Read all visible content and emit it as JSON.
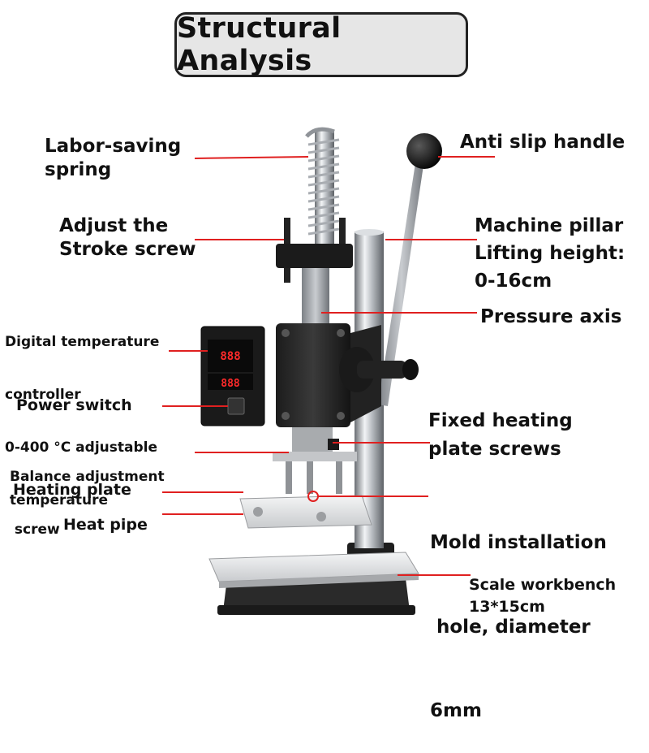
{
  "title": "Structural Analysis",
  "labels": {
    "labor_spring": [
      "Labor-saving",
      "spring"
    ],
    "anti_slip_handle": "Anti slip handle",
    "adjust_stroke": [
      "Adjust the",
      "Stroke screw"
    ],
    "machine_pillar": [
      "Machine pillar",
      "Lifting height:",
      "0-16cm"
    ],
    "temp_controller": [
      "Digital temperature",
      "controller",
      "0-400 °C adjustable",
      " temperature"
    ],
    "pressure_axis": "Pressure axis",
    "power_switch": "Power switch",
    "fixed_heating": [
      "Fixed heating",
      "plate screws"
    ],
    "balance_adjust": [
      "Balance adjustment",
      " screw"
    ],
    "mold_install": [
      "Mold installation",
      " hole, diameter",
      "6mm"
    ],
    "heating_plate": "Heating plate",
    "heat_pipe": "Heat pipe",
    "scale_workbench": [
      "Scale workbench",
      "13*15cm"
    ]
  },
  "controller_display": {
    "top": "888",
    "bottom": "888"
  },
  "colors": {
    "leader_line": "#e02020",
    "title_bg": "#e6e6e6",
    "display_digits": "#ff2a2a"
  }
}
